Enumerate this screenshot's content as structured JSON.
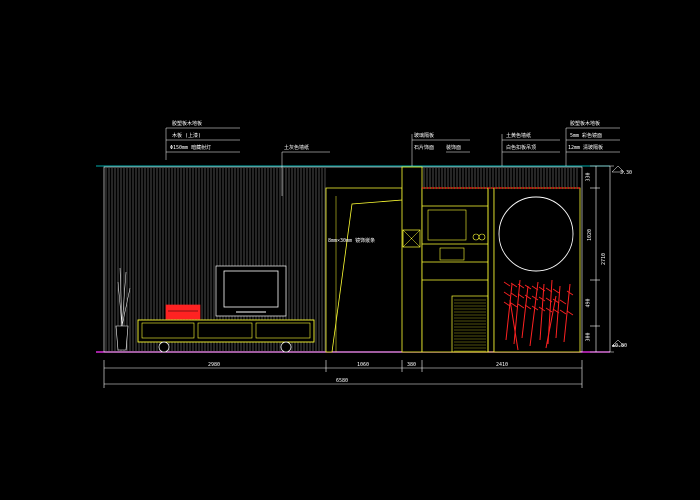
{
  "drawing": {
    "background": "#000000",
    "colors": {
      "wall": "#ffffff",
      "furniture": "#ffff33",
      "dimension": "#00e5e5",
      "floor": "#ff33ff",
      "accent": "#ff2222"
    }
  },
  "callouts": {
    "left": [
      "胶塑板木地板",
      "木板 (上漆)",
      "Φ150mm 暗藏射灯"
    ],
    "center": "土灰色墙纸",
    "right_a": [
      "玻璃隔板",
      "石片饰面"
    ],
    "right_a_side": "装饰面",
    "right_b": [
      "土黄色墙纸",
      "白色扣板吊顶"
    ],
    "right_c": [
      "胶塑板木地板",
      "5mm 彩色镜面",
      "12mm 清玻隔板"
    ],
    "panel_note": "8mm×30mm 镜饰嵌条"
  },
  "dimensions": {
    "horizontal": [
      "2980",
      "1060",
      "380",
      "2410"
    ],
    "total": "6580",
    "vertical": [
      "330",
      "1020",
      "2710",
      "490",
      "300"
    ],
    "level_top": "3.30",
    "level_bottom": "±0.00"
  }
}
